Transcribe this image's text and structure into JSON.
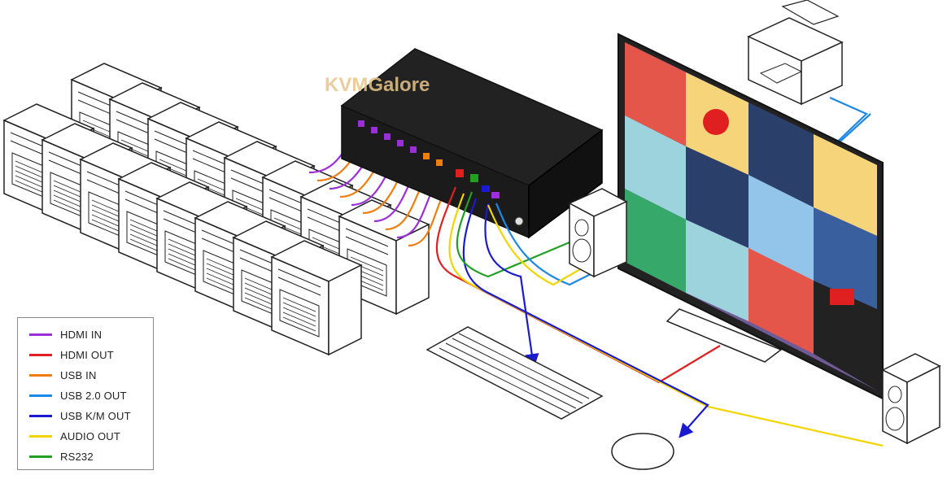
{
  "brand": {
    "watermark": "KVMGalore"
  },
  "legend": {
    "items": [
      {
        "label": "HDMI IN",
        "color": "#9b30d9"
      },
      {
        "label": "HDMI OUT",
        "color": "#e02020"
      },
      {
        "label": "USB IN",
        "color": "#f07d10"
      },
      {
        "label": "USB 2.0 OUT",
        "color": "#1e88e5"
      },
      {
        "label": "USB K/M OUT",
        "color": "#1a1ad0"
      },
      {
        "label": "AUDIO OUT",
        "color": "#f2d400"
      },
      {
        "label": "RS232",
        "color": "#22a022"
      }
    ]
  },
  "colors": {
    "hdmi_in": "#9b30d9",
    "hdmi_out": "#e02020",
    "usb_in": "#f07d10",
    "usb2_out": "#1e88e5",
    "usb_km_out": "#1a1ad0",
    "audio_out": "#f2d400",
    "rs232": "#22a022"
  },
  "icons": [
    "computer-tower-icon",
    "kvm-switch-icon",
    "printer-icon",
    "monitor-icon",
    "speaker-icon",
    "keyboard-icon",
    "mouse-icon"
  ]
}
